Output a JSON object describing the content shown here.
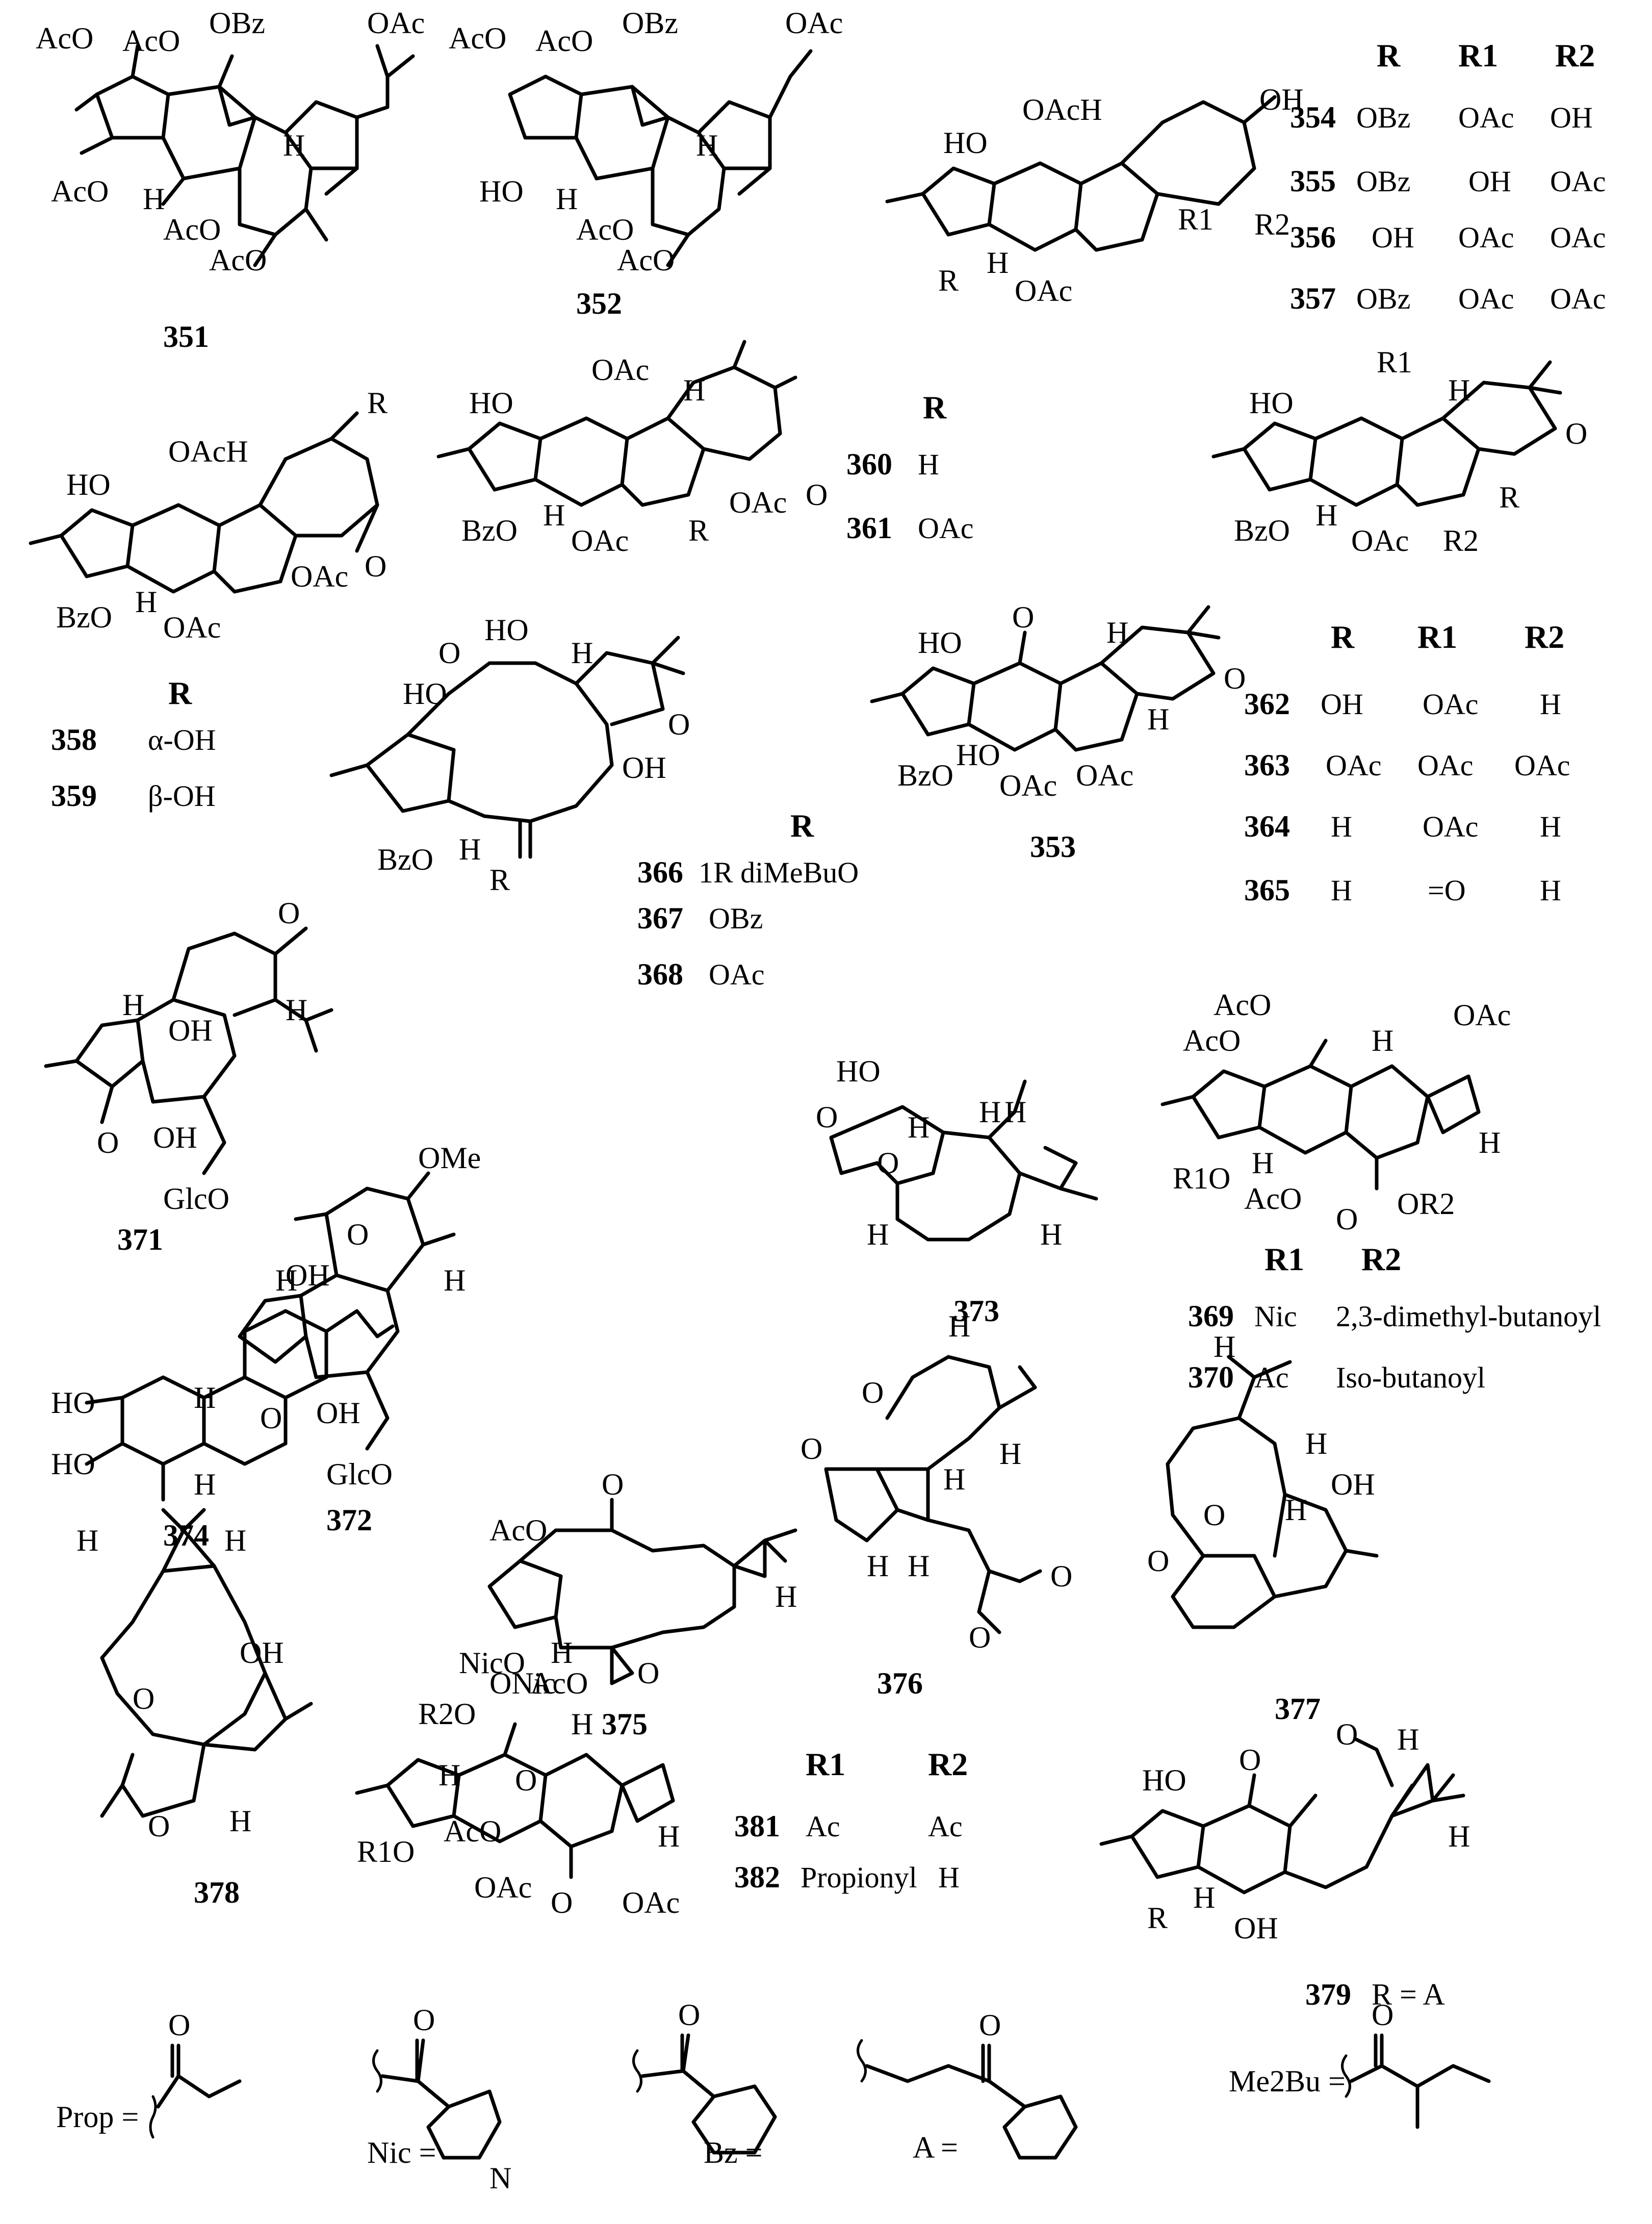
{
  "compounds": {
    "c351": {
      "id": "351",
      "labels": [
        "AcO",
        "AcO",
        "OBz",
        "OAc",
        "AcO",
        "H",
        "H",
        "AcO",
        "AcO"
      ]
    },
    "c352": {
      "id": "352",
      "labels": [
        "AcO",
        "AcO",
        "OBz",
        "OAc",
        "HO",
        "H",
        "H",
        "AcO",
        "AcO"
      ]
    },
    "c353": {
      "id": "353",
      "labels": [
        "HO",
        "O",
        "H",
        "BzO",
        "HO",
        "OAc",
        "OAc",
        "H",
        "O"
      ]
    },
    "c358": {
      "labels": [
        "HO",
        "OAcH",
        "R",
        "BzO",
        "H",
        "OAc",
        "OAc",
        "O"
      ]
    },
    "c360": {
      "labels": [
        "HO",
        "OAc",
        "H",
        "BzO",
        "H",
        "OAc",
        "R",
        "OAc",
        "O"
      ]
    },
    "c362": {
      "labels": [
        "HO",
        "R1",
        "H",
        "BzO",
        "H",
        "OAc",
        "R2",
        "R",
        "O"
      ]
    },
    "c354": {
      "labels": [
        "HO",
        "OAcH",
        "OH",
        "R",
        "H",
        "OAc",
        "R1",
        "R2"
      ]
    },
    "c366": {
      "labels": [
        "O",
        "HO",
        "H",
        "HO",
        "O",
        "OH",
        "BzO",
        "H",
        "R"
      ]
    },
    "c369": {
      "labels": [
        "AcO",
        "AcO",
        "H",
        "OAc",
        "R1O",
        "H",
        "AcO",
        "O",
        "OR2",
        "H"
      ]
    },
    "c371": {
      "id": "371",
      "labels": [
        "O",
        "H",
        "OH",
        "H",
        "O",
        "OH",
        "GlcO"
      ]
    },
    "c372": {
      "id": "372",
      "labels": [
        "OMe",
        "O",
        "H",
        "H",
        "O",
        "OH",
        "GlcO"
      ]
    },
    "c373": {
      "id": "373",
      "labels": [
        "HO",
        "O",
        "H",
        "O",
        "H",
        "H",
        "H",
        "H"
      ]
    },
    "c374": {
      "id": "374",
      "labels": [
        "OH",
        "HO",
        "HO",
        "H",
        "H"
      ]
    },
    "c375": {
      "id": "375",
      "labels": [
        "O",
        "AcO",
        "H",
        "NicO",
        "H",
        "AcO",
        "O"
      ]
    },
    "c376": {
      "id": "376",
      "labels": [
        "H",
        "O",
        "O",
        "H",
        "H",
        "H",
        "H",
        "O",
        "O"
      ]
    },
    "c377": {
      "id": "377",
      "labels": [
        "H",
        "H",
        "H",
        "OH",
        "O",
        "O"
      ]
    },
    "c378": {
      "id": "378",
      "labels": [
        "H",
        "H",
        "OH",
        "O",
        "O",
        "H"
      ]
    },
    "c379": {
      "id": "379",
      "caption": "R = A",
      "labels": [
        "HO",
        "O",
        "O",
        "H",
        "H",
        "R",
        "H",
        "OH"
      ]
    },
    "c381": {
      "labels": [
        "R2O",
        "ONic",
        "H",
        "H",
        "R1O",
        "AcO",
        "OAc",
        "O",
        "OAc",
        "H",
        "O"
      ]
    }
  },
  "tables": {
    "t354": {
      "headers": [
        "R",
        "R1",
        "R2"
      ],
      "rows": [
        {
          "id": "354",
          "cells": [
            "OBz",
            "OAc",
            "OH"
          ]
        },
        {
          "id": "355",
          "cells": [
            "OBz",
            "OH",
            "OAc"
          ]
        },
        {
          "id": "356",
          "cells": [
            "OH",
            "OAc",
            "OAc"
          ]
        },
        {
          "id": "357",
          "cells": [
            "OBz",
            "OAc",
            "OAc"
          ]
        }
      ]
    },
    "t358": {
      "headers": [
        "R"
      ],
      "rows": [
        {
          "id": "358",
          "cells": [
            "α-OH"
          ]
        },
        {
          "id": "359",
          "cells": [
            "β-OH"
          ]
        }
      ]
    },
    "t360": {
      "headers": [
        "R"
      ],
      "rows": [
        {
          "id": "360",
          "cells": [
            "H"
          ]
        },
        {
          "id": "361",
          "cells": [
            "OAc"
          ]
        }
      ]
    },
    "t362": {
      "headers": [
        "R",
        "R1",
        "R2"
      ],
      "rows": [
        {
          "id": "362",
          "cells": [
            "OH",
            "OAc",
            "H"
          ]
        },
        {
          "id": "363",
          "cells": [
            "OAc",
            "OAc",
            "OAc"
          ]
        },
        {
          "id": "364",
          "cells": [
            "H",
            "OAc",
            "H"
          ]
        },
        {
          "id": "365",
          "cells": [
            "H",
            "=O",
            "H"
          ]
        }
      ]
    },
    "t366": {
      "headers": [
        "R"
      ],
      "rows": [
        {
          "id": "366",
          "cells": [
            "1R diMeBuO"
          ]
        },
        {
          "id": "367",
          "cells": [
            "OBz"
          ]
        },
        {
          "id": "368",
          "cells": [
            "OAc"
          ]
        }
      ]
    },
    "t369": {
      "headers": [
        "R1",
        "R2"
      ],
      "rows": [
        {
          "id": "369",
          "cells": [
            "Nic",
            "2,3-dimethyl-butanoyl"
          ]
        },
        {
          "id": "370",
          "cells": [
            "Ac",
            "Iso-butanoyl"
          ]
        }
      ]
    },
    "t381": {
      "headers": [
        "R1",
        "R2"
      ],
      "rows": [
        {
          "id": "381",
          "cells": [
            "Ac",
            "Ac"
          ]
        },
        {
          "id": "382",
          "cells": [
            "Propionyl",
            "H"
          ]
        }
      ]
    }
  },
  "legend": {
    "prop": "Prop =",
    "nic": "Nic =",
    "nic_n": "N",
    "bz": "Bz =",
    "a": "A =",
    "me2bu": "Me2Bu =",
    "o": "O"
  }
}
